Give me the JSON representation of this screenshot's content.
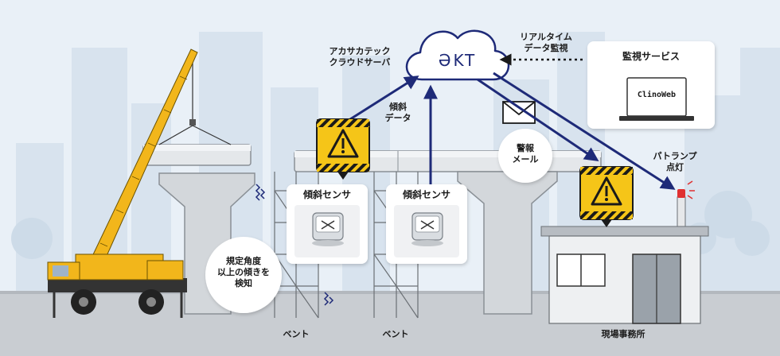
{
  "cloud": {
    "name_line1": "アカサカテック",
    "name_line2": "クラウドサーバ",
    "logo": "ӘKT"
  },
  "realtime": {
    "line1": "リアルタイム",
    "line2": "データ監視"
  },
  "service": {
    "title": "監視サービス",
    "screen_text": "ClinoWeb"
  },
  "tilt_data": {
    "line1": "傾斜",
    "line2": "データ"
  },
  "alarm_mail": {
    "line1": "警報",
    "line2": "メール"
  },
  "patlamp": {
    "line1": "パトランプ",
    "line2": "点灯"
  },
  "sensors": [
    {
      "label": "傾斜センサ"
    },
    {
      "label": "傾斜センサ"
    }
  ],
  "detect": {
    "line1": "規定角度",
    "line2": "以上の傾きを",
    "line3": "検知"
  },
  "bents": [
    {
      "label": "ベント"
    },
    {
      "label": "ベント"
    }
  ],
  "office": {
    "label": "現場事務所"
  },
  "icons": [
    "warning-icon",
    "mail-icon",
    "cloud-icon",
    "laptop-icon",
    "patlamp-icon",
    "crane-icon"
  ],
  "colors": {
    "arrow": "#1e2a78",
    "warning": "#f5c518",
    "sky": "#e6eef6",
    "ground": "#c9cdd2"
  }
}
